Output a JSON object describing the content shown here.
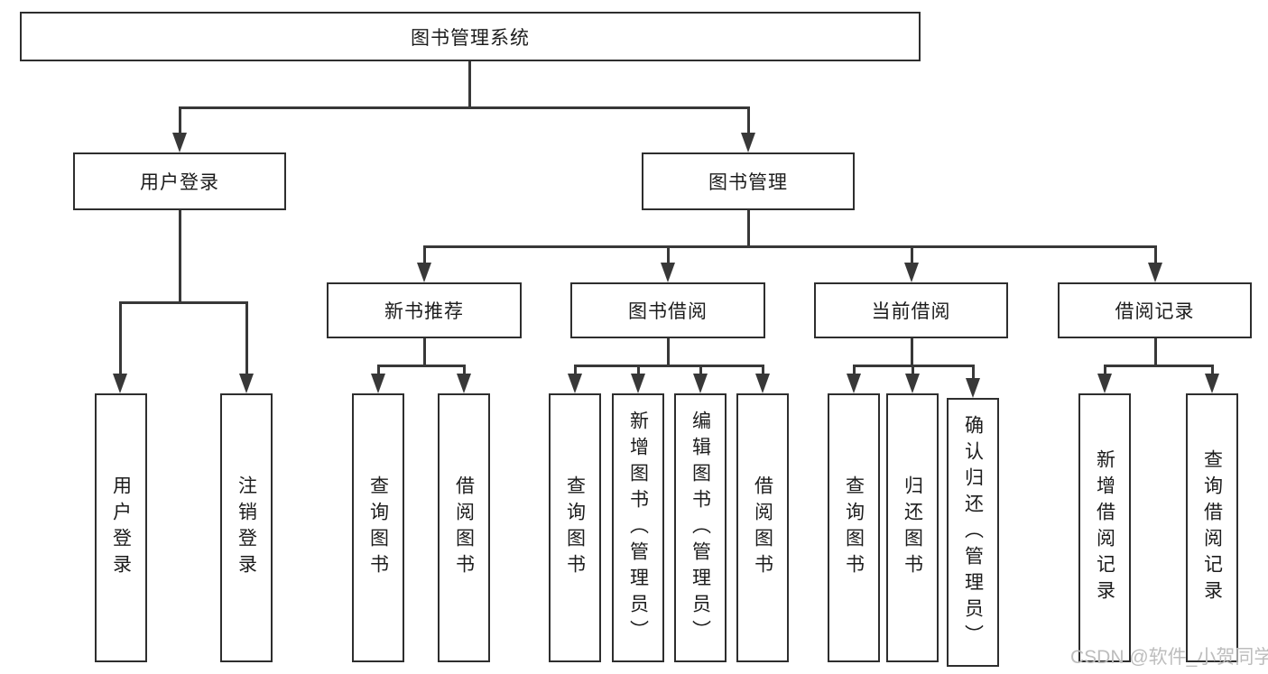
{
  "tree": {
    "root": {
      "label": "图书管理系统",
      "children": [
        {
          "label": "用户登录",
          "children": [
            {
              "label": "用户登录"
            },
            {
              "label": "注销登录"
            }
          ]
        },
        {
          "label": "图书管理",
          "children": [
            {
              "label": "新书推荐",
              "children": [
                {
                  "label": "查询图书"
                },
                {
                  "label": "借阅图书"
                }
              ]
            },
            {
              "label": "图书借阅",
              "children": [
                {
                  "label": "查询图书"
                },
                {
                  "label": "新增图书（管理员）"
                },
                {
                  "label": "编辑图书（管理员）"
                },
                {
                  "label": "借阅图书"
                }
              ]
            },
            {
              "label": "当前借阅",
              "children": [
                {
                  "label": "查询图书"
                },
                {
                  "label": "归还图书"
                },
                {
                  "label": "确认归还（管理员）"
                }
              ]
            },
            {
              "label": "借阅记录",
              "children": [
                {
                  "label": "新增借阅记录"
                },
                {
                  "label": "查询借阅记录"
                }
              ]
            }
          ]
        }
      ]
    }
  },
  "watermark": {
    "text": "CSDN @软件_小贺同学"
  },
  "colors": {
    "line": "#383838",
    "box_border": "#2e2e2e",
    "text": "#1c1c1c",
    "watermark": "#bdbdbd",
    "background": "#ffffff"
  }
}
